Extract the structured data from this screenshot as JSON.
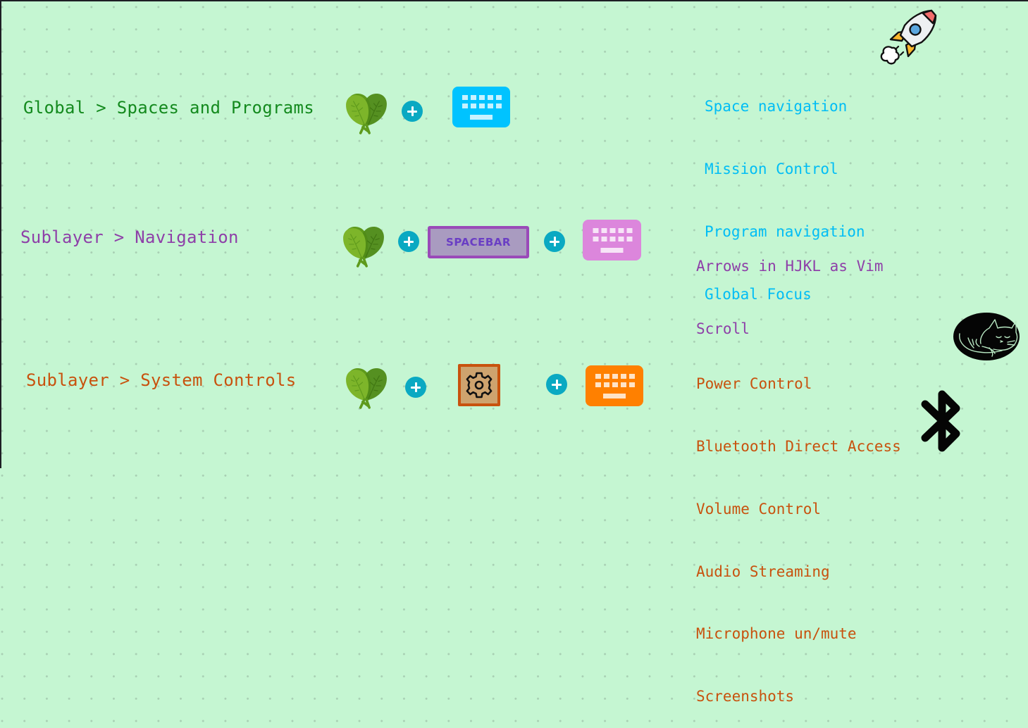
{
  "colors": {
    "background": "#c5f6d2",
    "global": "#148a1e",
    "global_desc": "#00bdf5",
    "navigation": "#8e3fa8",
    "system": "#c8520e",
    "plus": "#0aa9c2",
    "keyboard_global": "#00c3ff",
    "keyboard_navigation": "#dc86dc",
    "keyboard_system": "#ff8000"
  },
  "rows": [
    {
      "title": "Global > Spaces and Programs",
      "combo": [
        "hyper-key-leaf-icon",
        "plus-icon",
        "keyboard-icon"
      ],
      "descriptions": [
        "Space navigation",
        "Mission Control",
        "Program navigation",
        "Global Focus"
      ]
    },
    {
      "title": "Sublayer > Navigation",
      "combo": [
        "hyper-key-leaf-icon",
        "plus-icon",
        "spacebar-key",
        "plus-icon",
        "keyboard-icon"
      ],
      "spacebar_label": "SPACEBAR",
      "descriptions": [
        "Arrows in HJKL as Vim",
        "Scroll"
      ]
    },
    {
      "title": "Sublayer > System Controls",
      "combo": [
        "hyper-key-leaf-icon",
        "plus-icon",
        "gear-key",
        "plus-icon",
        "keyboard-icon"
      ],
      "descriptions": [
        "Power Control",
        "Bluetooth Direct Access",
        "Volume Control",
        "Audio Streaming",
        "Microphone un/mute",
        "Screenshots"
      ]
    }
  ],
  "decorations": [
    "rocket-icon",
    "sleeping-cat-icon",
    "bluetooth-icon"
  ]
}
